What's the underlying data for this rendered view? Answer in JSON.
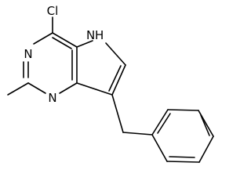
{
  "atoms": {
    "chlorine": "Cl",
    "pyrrole_nh": "H",
    "pyrrole_n": "N",
    "pyrimidine_n_top": "N",
    "pyrimidine_n_bottom": "N"
  }
}
